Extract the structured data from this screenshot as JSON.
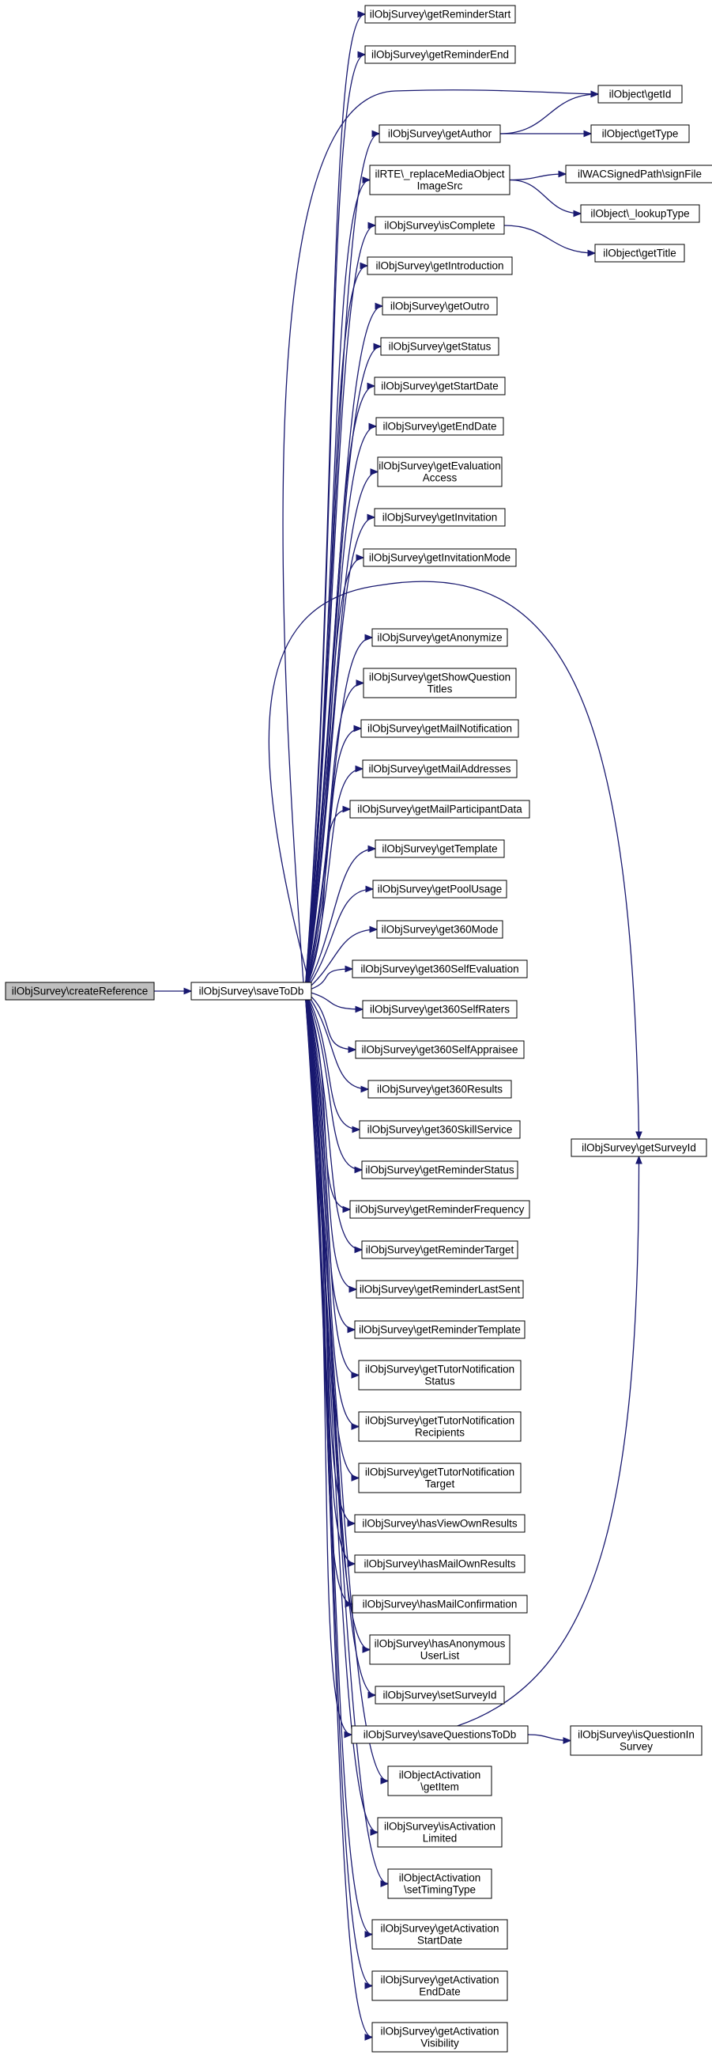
{
  "nodes": [
    {
      "id": "createReference",
      "lines": [
        "ilObjSurvey\\createReference"
      ]
    },
    {
      "id": "saveToDb",
      "lines": [
        "ilObjSurvey\\saveToDb"
      ]
    },
    {
      "id": "getReminderStart",
      "lines": [
        "ilObjSurvey\\getReminderStart"
      ]
    },
    {
      "id": "getReminderEnd",
      "lines": [
        "ilObjSurvey\\getReminderEnd"
      ]
    },
    {
      "id": "getAuthor",
      "lines": [
        "ilObjSurvey\\getAuthor"
      ]
    },
    {
      "id": "replaceMedia",
      "lines": [
        "ilRTE\\_replaceMediaObject",
        "ImageSrc"
      ]
    },
    {
      "id": "isComplete",
      "lines": [
        "ilObjSurvey\\isComplete"
      ]
    },
    {
      "id": "getIntroduction",
      "lines": [
        "ilObjSurvey\\getIntroduction"
      ]
    },
    {
      "id": "getOutro",
      "lines": [
        "ilObjSurvey\\getOutro"
      ]
    },
    {
      "id": "getStatus",
      "lines": [
        "ilObjSurvey\\getStatus"
      ]
    },
    {
      "id": "getStartDate",
      "lines": [
        "ilObjSurvey\\getStartDate"
      ]
    },
    {
      "id": "getEndDate",
      "lines": [
        "ilObjSurvey\\getEndDate"
      ]
    },
    {
      "id": "getEvaluationAccess",
      "lines": [
        "ilObjSurvey\\getEvaluation",
        "Access"
      ]
    },
    {
      "id": "getInvitation",
      "lines": [
        "ilObjSurvey\\getInvitation"
      ]
    },
    {
      "id": "getInvitationMode",
      "lines": [
        "ilObjSurvey\\getInvitationMode"
      ]
    },
    {
      "id": "getAnonymize",
      "lines": [
        "ilObjSurvey\\getAnonymize"
      ]
    },
    {
      "id": "getShowQuestionTitles",
      "lines": [
        "ilObjSurvey\\getShowQuestion",
        "Titles"
      ]
    },
    {
      "id": "getMailNotification",
      "lines": [
        "ilObjSurvey\\getMailNotification"
      ]
    },
    {
      "id": "getMailAddresses",
      "lines": [
        "ilObjSurvey\\getMailAddresses"
      ]
    },
    {
      "id": "getMailParticipantData",
      "lines": [
        "ilObjSurvey\\getMailParticipantData"
      ]
    },
    {
      "id": "getTemplate",
      "lines": [
        "ilObjSurvey\\getTemplate"
      ]
    },
    {
      "id": "getPoolUsage",
      "lines": [
        "ilObjSurvey\\getPoolUsage"
      ]
    },
    {
      "id": "get360Mode",
      "lines": [
        "ilObjSurvey\\get360Mode"
      ]
    },
    {
      "id": "get360SelfEvaluation",
      "lines": [
        "ilObjSurvey\\get360SelfEvaluation"
      ]
    },
    {
      "id": "get360SelfRaters",
      "lines": [
        "ilObjSurvey\\get360SelfRaters"
      ]
    },
    {
      "id": "get360SelfAppraisee",
      "lines": [
        "ilObjSurvey\\get360SelfAppraisee"
      ]
    },
    {
      "id": "get360Results",
      "lines": [
        "ilObjSurvey\\get360Results"
      ]
    },
    {
      "id": "get360SkillService",
      "lines": [
        "ilObjSurvey\\get360SkillService"
      ]
    },
    {
      "id": "getReminderStatus",
      "lines": [
        "ilObjSurvey\\getReminderStatus"
      ]
    },
    {
      "id": "getReminderFrequency",
      "lines": [
        "ilObjSurvey\\getReminderFrequency"
      ]
    },
    {
      "id": "getReminderTarget",
      "lines": [
        "ilObjSurvey\\getReminderTarget"
      ]
    },
    {
      "id": "getReminderLastSent",
      "lines": [
        "ilObjSurvey\\getReminderLastSent"
      ]
    },
    {
      "id": "getReminderTemplate",
      "lines": [
        "ilObjSurvey\\getReminderTemplate"
      ]
    },
    {
      "id": "getTutorNotificationStatus",
      "lines": [
        "ilObjSurvey\\getTutorNotification",
        "Status"
      ]
    },
    {
      "id": "getTutorNotificationRecipients",
      "lines": [
        "ilObjSurvey\\getTutorNotification",
        "Recipients"
      ]
    },
    {
      "id": "getTutorNotificationTarget",
      "lines": [
        "ilObjSurvey\\getTutorNotification",
        "Target"
      ]
    },
    {
      "id": "hasViewOwnResults",
      "lines": [
        "ilObjSurvey\\hasViewOwnResults"
      ]
    },
    {
      "id": "hasMailOwnResults",
      "lines": [
        "ilObjSurvey\\hasMailOwnResults"
      ]
    },
    {
      "id": "hasMailConfirmation",
      "lines": [
        "ilObjSurvey\\hasMailConfirmation"
      ]
    },
    {
      "id": "hasAnonymousUserList",
      "lines": [
        "ilObjSurvey\\hasAnonymous",
        "UserList"
      ]
    },
    {
      "id": "setSurveyId",
      "lines": [
        "ilObjSurvey\\setSurveyId"
      ]
    },
    {
      "id": "saveQuestionsToDb",
      "lines": [
        "ilObjSurvey\\saveQuestionsToDb"
      ]
    },
    {
      "id": "getItem",
      "lines": [
        "ilObjectActivation",
        "\\getItem"
      ]
    },
    {
      "id": "isActivationLimited",
      "lines": [
        "ilObjSurvey\\isActivation",
        "Limited"
      ]
    },
    {
      "id": "setTimingType",
      "lines": [
        "ilObjectActivation",
        "\\setTimingType"
      ]
    },
    {
      "id": "getActivationStartDate",
      "lines": [
        "ilObjSurvey\\getActivation",
        "StartDate"
      ]
    },
    {
      "id": "getActivationEndDate",
      "lines": [
        "ilObjSurvey\\getActivation",
        "EndDate"
      ]
    },
    {
      "id": "getActivationVisibility",
      "lines": [
        "ilObjSurvey\\getActivation",
        "Visibility"
      ]
    },
    {
      "id": "getId",
      "lines": [
        "ilObject\\getId"
      ]
    },
    {
      "id": "getType",
      "lines": [
        "ilObject\\getType"
      ]
    },
    {
      "id": "signFile",
      "lines": [
        "ilWACSignedPath\\signFile"
      ]
    },
    {
      "id": "lookupType",
      "lines": [
        "ilObject\\_lookupType"
      ]
    },
    {
      "id": "getTitle",
      "lines": [
        "ilObject\\getTitle"
      ]
    },
    {
      "id": "getSurveyId",
      "lines": [
        "ilObjSurvey\\getSurveyId"
      ]
    },
    {
      "id": "isQuestionInSurvey",
      "lines": [
        "ilObjSurvey\\isQuestionIn",
        "Survey"
      ]
    }
  ],
  "edges": [
    [
      "createReference",
      "saveToDb"
    ],
    [
      "saveToDb",
      "getReminderStart"
    ],
    [
      "saveToDb",
      "getReminderEnd"
    ],
    [
      "saveToDb",
      "getId"
    ],
    [
      "saveToDb",
      "getAuthor"
    ],
    [
      "saveToDb",
      "replaceMedia"
    ],
    [
      "saveToDb",
      "isComplete"
    ],
    [
      "saveToDb",
      "getIntroduction"
    ],
    [
      "saveToDb",
      "getOutro"
    ],
    [
      "saveToDb",
      "getStatus"
    ],
    [
      "saveToDb",
      "getStartDate"
    ],
    [
      "saveToDb",
      "getEndDate"
    ],
    [
      "saveToDb",
      "getEvaluationAccess"
    ],
    [
      "saveToDb",
      "getInvitation"
    ],
    [
      "saveToDb",
      "getInvitationMode"
    ],
    [
      "saveToDb",
      "getSurveyId"
    ],
    [
      "saveToDb",
      "getAnonymize"
    ],
    [
      "saveToDb",
      "getShowQuestionTitles"
    ],
    [
      "saveToDb",
      "getMailNotification"
    ],
    [
      "saveToDb",
      "getMailAddresses"
    ],
    [
      "saveToDb",
      "getMailParticipantData"
    ],
    [
      "saveToDb",
      "getTemplate"
    ],
    [
      "saveToDb",
      "getPoolUsage"
    ],
    [
      "saveToDb",
      "get360Mode"
    ],
    [
      "saveToDb",
      "get360SelfEvaluation"
    ],
    [
      "saveToDb",
      "get360SelfRaters"
    ],
    [
      "saveToDb",
      "get360SelfAppraisee"
    ],
    [
      "saveToDb",
      "get360Results"
    ],
    [
      "saveToDb",
      "get360SkillService"
    ],
    [
      "saveToDb",
      "getReminderStatus"
    ],
    [
      "saveToDb",
      "getReminderFrequency"
    ],
    [
      "saveToDb",
      "getReminderTarget"
    ],
    [
      "saveToDb",
      "getReminderLastSent"
    ],
    [
      "saveToDb",
      "getReminderTemplate"
    ],
    [
      "saveToDb",
      "getTutorNotificationStatus"
    ],
    [
      "saveToDb",
      "getTutorNotificationRecipients"
    ],
    [
      "saveToDb",
      "getTutorNotificationTarget"
    ],
    [
      "saveToDb",
      "hasViewOwnResults"
    ],
    [
      "saveToDb",
      "hasMailOwnResults"
    ],
    [
      "saveToDb",
      "hasMailConfirmation"
    ],
    [
      "saveToDb",
      "hasAnonymousUserList"
    ],
    [
      "saveToDb",
      "setSurveyId"
    ],
    [
      "saveToDb",
      "saveQuestionsToDb"
    ],
    [
      "saveToDb",
      "getItem"
    ],
    [
      "saveToDb",
      "isActivationLimited"
    ],
    [
      "saveToDb",
      "setTimingType"
    ],
    [
      "saveToDb",
      "getActivationStartDate"
    ],
    [
      "saveToDb",
      "getActivationEndDate"
    ],
    [
      "saveToDb",
      "getActivationVisibility"
    ],
    [
      "getAuthor",
      "getId"
    ],
    [
      "getAuthor",
      "getType"
    ],
    [
      "replaceMedia",
      "signFile"
    ],
    [
      "replaceMedia",
      "lookupType"
    ],
    [
      "isComplete",
      "getTitle"
    ],
    [
      "saveQuestionsToDb",
      "getSurveyId"
    ],
    [
      "saveQuestionsToDb",
      "isQuestionInSurvey"
    ]
  ]
}
